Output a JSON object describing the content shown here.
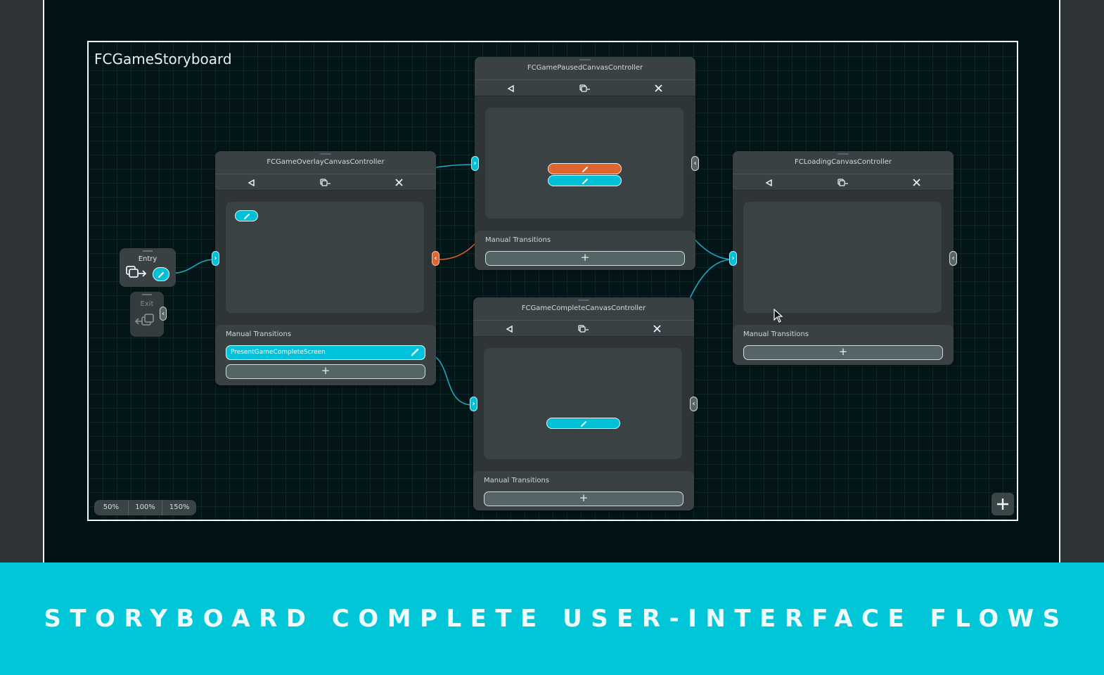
{
  "canvas": {
    "title": "FCGameStoryboard",
    "zoom_options": [
      "50%",
      "100%",
      "150%"
    ],
    "add_node_label": "+"
  },
  "entry": {
    "label": "Entry"
  },
  "exit": {
    "label": "Exit"
  },
  "nodes": [
    {
      "id": "overlay",
      "title": "FCGameOverlayCanvasController",
      "manual_label": "Manual Transitions",
      "transitions": [
        "PresentGameCompleteScreen"
      ],
      "add_label": "+"
    },
    {
      "id": "paused",
      "title": "FCGamePausedCanvasController",
      "manual_label": "Manual Transitions",
      "transitions": [],
      "add_label": "+"
    },
    {
      "id": "complete",
      "title": "FCGameCompleteCanvasController",
      "manual_label": "Manual Transitions",
      "transitions": [],
      "add_label": "+"
    },
    {
      "id": "loading",
      "title": "FCLoadingCanvasController",
      "manual_label": "Manual Transitions",
      "transitions": [],
      "add_label": "+"
    }
  ],
  "tool_icons": [
    "unity-icon",
    "exit-screen-icon",
    "close-icon"
  ],
  "colors": {
    "accent_cyan": "#00c0d8",
    "accent_orange": "#e0642e",
    "canvas_bg": "#041518",
    "banner_bg": "#00c6d7"
  },
  "banner": {
    "text": "STORYBOARD COMPLETE USER-INTERFACE FLOWS"
  }
}
